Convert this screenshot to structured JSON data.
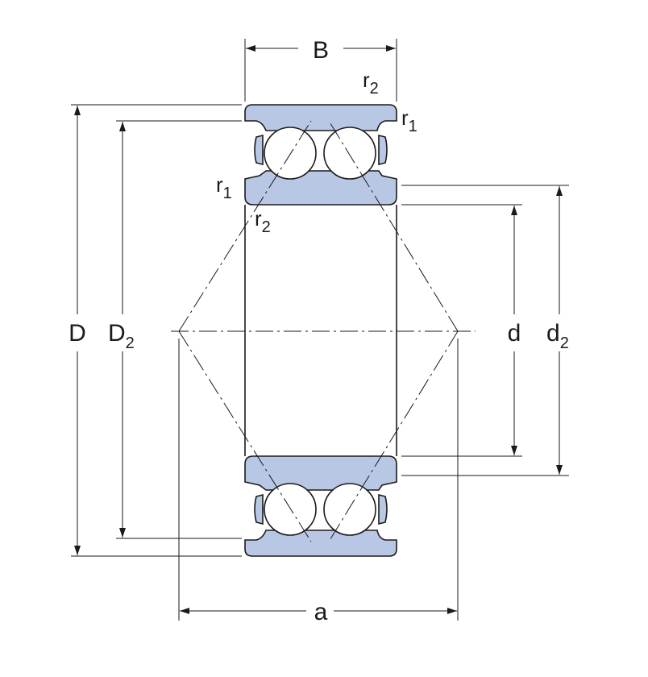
{
  "dimensions": {
    "width_label": "B",
    "outer_diameter_label": "D",
    "shoulder_outer_label": {
      "base": "D",
      "sub": "2"
    },
    "bore_label": "d",
    "shoulder_inner_label": {
      "base": "d",
      "sub": "2"
    },
    "pressure_center_label": "a"
  },
  "chamfers": {
    "r1": {
      "base": "r",
      "sub": "1"
    },
    "r2": {
      "base": "r",
      "sub": "2"
    }
  },
  "colors": {
    "ring_fill": "#b8c8e4",
    "line": "#1a1a1a",
    "ball_fill": "#ffffff",
    "background": "#ffffff"
  }
}
